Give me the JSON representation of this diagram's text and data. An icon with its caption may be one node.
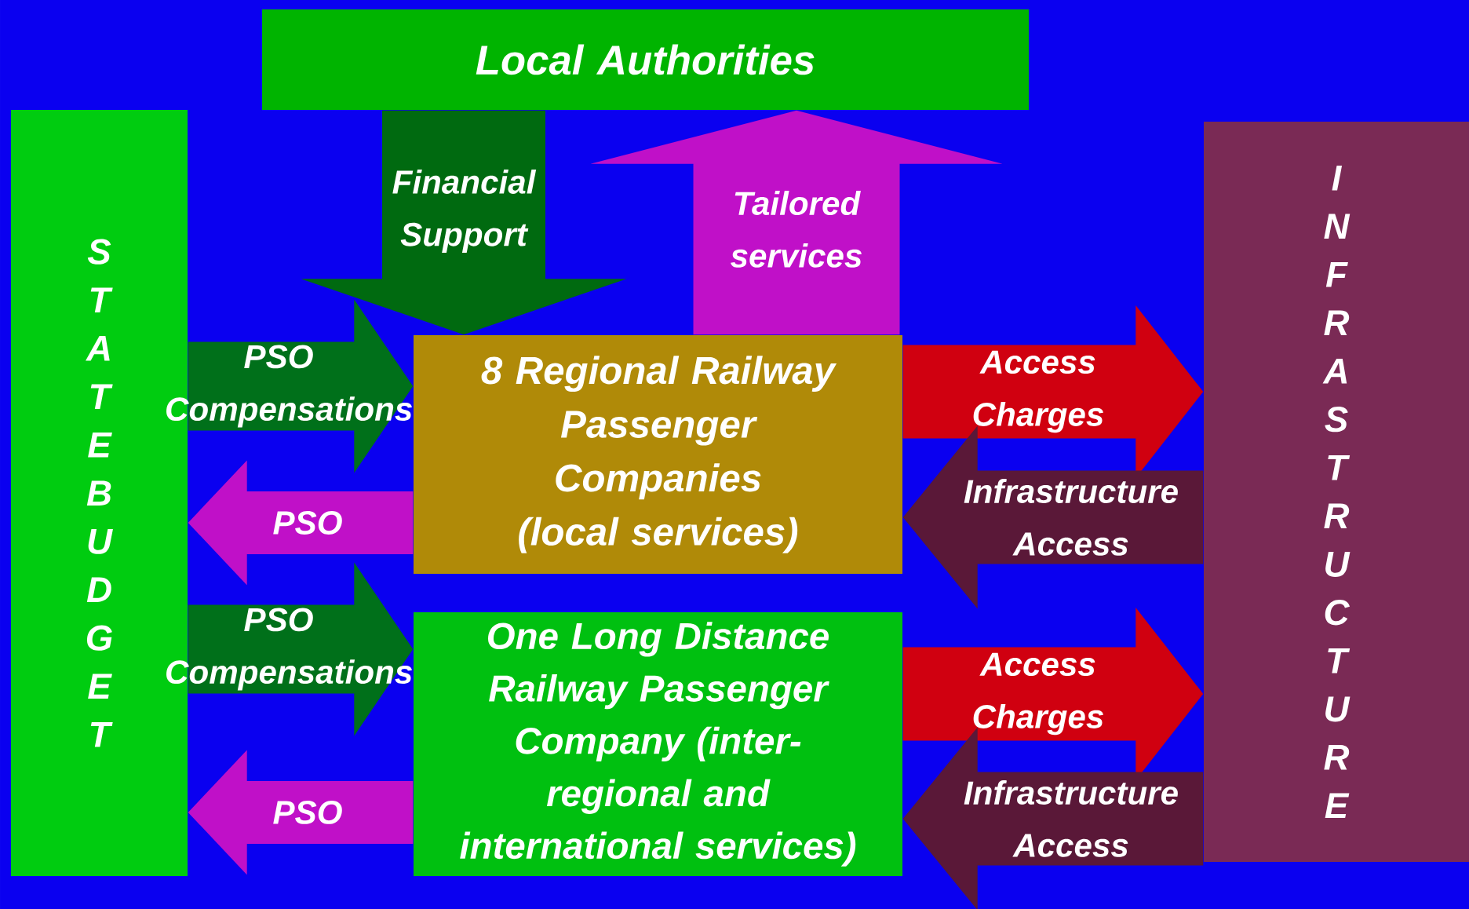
{
  "diagram": {
    "nodes": [
      {
        "text": [
          "Local Authorities"
        ]
      },
      {
        "text": [
          "S T A T E B U D G E T"
        ]
      },
      {
        "text": [
          "I N F R A S T R U C T U R E"
        ]
      },
      {
        "text": [
          "8 Regional Railway Passenger Companies (local services)"
        ]
      },
      {
        "text": [
          "One Long Distance Railway Passenger Company (inter-regional and international services)"
        ]
      }
    ],
    "edges": [
      {
        "from": 0,
        "to": 3,
        "arrow": "to",
        "label": "Financial Support",
        "color": "#006a10"
      },
      {
        "from": 3,
        "to": 0,
        "arrow": "to",
        "label": "Tailored services",
        "color": "#c010c8"
      },
      {
        "from": 1,
        "to": 3,
        "arrow": "to",
        "label": "PSO Compensations",
        "color": "#00701a"
      },
      {
        "from": 3,
        "to": 1,
        "arrow": "to",
        "label": "PSO",
        "color": "#c010c8"
      },
      {
        "from": 1,
        "to": 4,
        "arrow": "to",
        "label": "PSO Compensations",
        "color": "#00701a"
      },
      {
        "from": 4,
        "to": 1,
        "arrow": "to",
        "label": "PSO",
        "color": "#c010c8"
      },
      {
        "from": 3,
        "to": 2,
        "arrow": "to",
        "label": "Access Charges",
        "color": "#d00010"
      },
      {
        "from": 2,
        "to": 3,
        "arrow": "to",
        "label": "Infrastructure Access",
        "color": "#5a1838"
      },
      {
        "from": 4,
        "to": 2,
        "arrow": "to",
        "label": "Access Charges",
        "color": "#d00010"
      },
      {
        "from": 2,
        "to": 4,
        "arrow": "to",
        "label": "Infrastructure Access",
        "color": "#5a1838"
      }
    ]
  }
}
